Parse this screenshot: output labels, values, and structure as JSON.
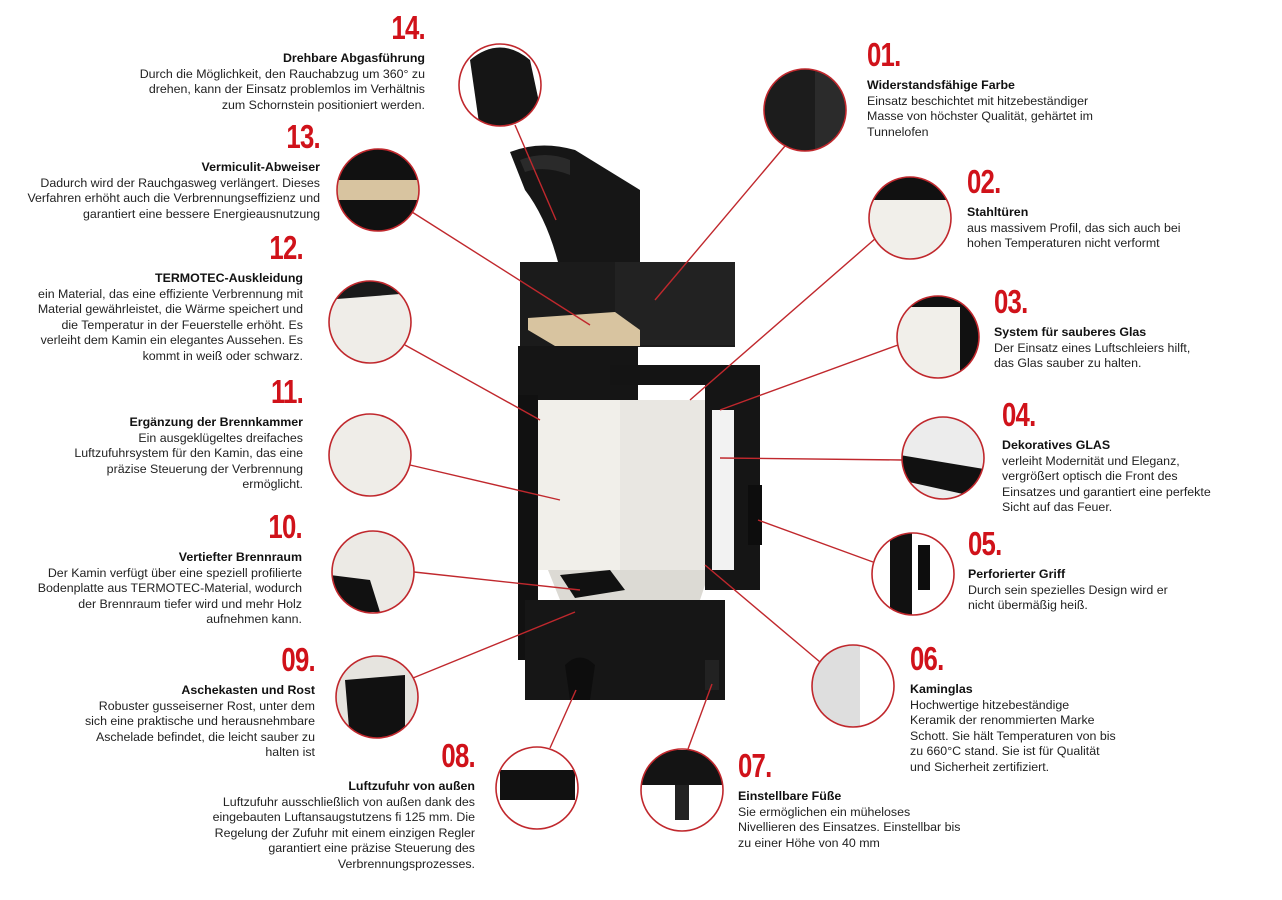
{
  "colors": {
    "accent": "#d0121a",
    "line": "#c0282d",
    "steel": "#1a1a1a",
    "lining": "#f1efea"
  },
  "features": [
    {
      "id": "14",
      "number": "14.",
      "title": "Drehbare Abgasführung",
      "body": "Durch die Möglichkeit, den Rauchabzug um 360° zu\ndrehen, kann der Einsatz problemlos im Verhältnis\nzum Schornstein positioniert werden."
    },
    {
      "id": "13",
      "number": "13.",
      "title": "Vermiculit-Abweiser",
      "body": "Dadurch wird der Rauchgasweg verlängert. Dieses\nVerfahren erhöht auch die Verbrennungseffizienz und\ngarantiert eine bessere Energieausnutzung"
    },
    {
      "id": "12",
      "number": "12.",
      "title": "TERMOTEC-Auskleidung",
      "body": "ein Material, das eine effiziente Verbrennung mit\nMaterial gewährleistet, die Wärme speichert und\ndie Temperatur in der Feuerstelle erhöht. Es\nverleiht dem Kamin ein elegantes Aussehen. Es\nkommt in weiß oder schwarz."
    },
    {
      "id": "11",
      "number": "11.",
      "title": "Ergänzung der Brennkammer",
      "body": "Ein ausgeklügeltes dreifaches\nLuftzufuhrsystem für den Kamin, das eine\npräzise Steuerung der Verbrennung\nermöglicht."
    },
    {
      "id": "10",
      "number": "10.",
      "title": "Vertiefter Brennraum",
      "body": "Der Kamin verfügt über eine speziell profilierte\nBodenplatte aus TERMOTEC-Material, wodurch\nder Brennraum tiefer wird und mehr Holz\naufnehmen kann."
    },
    {
      "id": "09",
      "number": "09.",
      "title": "Aschekasten und Rost",
      "body": "Robuster gusseiserner Rost, unter dem\nsich eine praktische und herausnehmbare\nAschelade befindet, die leicht sauber zu\nhalten ist"
    },
    {
      "id": "08",
      "number": "08.",
      "title": "Luftzufuhr von außen",
      "body": "Luftzufuhr ausschließlich von außen dank des\neingebauten Luftansaugstutzens fi 125 mm. Die\nRegelung der Zufuhr mit einem einzigen Regler\ngarantiert eine präzise Steuerung des\nVerbrennungsprozesses."
    },
    {
      "id": "01",
      "number": "01.",
      "title": "Widerstandsfähige Farbe",
      "body": "Einsatz beschichtet mit hitzebeständiger\nMasse von höchster Qualität, gehärtet im\nTunnelofen"
    },
    {
      "id": "02",
      "number": "02.",
      "title": "Stahltüren",
      "body": "aus massivem Profil, das sich auch bei\nhohen Temperaturen nicht verformt"
    },
    {
      "id": "03",
      "number": "03.",
      "title": "System für sauberes Glas",
      "body": "Der Einsatz eines Luftschleiers hilft,\ndas Glas sauber zu halten."
    },
    {
      "id": "04",
      "number": "04.",
      "title": "Dekoratives GLAS",
      "body": "verleiht Modernität und Eleganz,\nvergrößert optisch die Front des\nEinsatzes und garantiert eine perfekte\nSicht auf das Feuer."
    },
    {
      "id": "05",
      "number": "05.",
      "title": "Perforierter Griff",
      "body": "Durch sein spezielles Design wird er\nnicht übermäßig heiß."
    },
    {
      "id": "06",
      "number": "06.",
      "title": "Kaminglas",
      "body": "Hochwertige hitzebeständige\nKeramik der renommierten Marke\nSchott. Sie hält Temperaturen von bis\nzu 660°C stand. Sie ist für Qualität\nund Sicherheit zertifiziert."
    },
    {
      "id": "07",
      "number": "07.",
      "title": "Einstellbare Füße",
      "body": "Sie ermöglichen ein müheloses\nNivellieren des Einsatzes. Einstellbar bis\nzu einer Höhe von 40 mm"
    }
  ]
}
